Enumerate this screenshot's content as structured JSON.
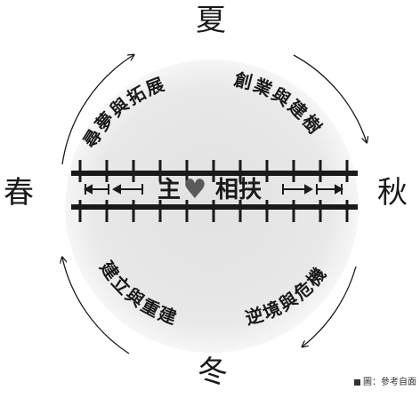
{
  "seasons": {
    "summer": "夏",
    "spring": "春",
    "autumn": "秋",
    "winter": "冬"
  },
  "arc_labels": {
    "top_left": "尋夢與拓展",
    "top_right": "創業與建樹",
    "bottom_left": "建立與重建",
    "bottom_right": "逆境與危機"
  },
  "center": {
    "left_text": "主",
    "heart": "♥",
    "right_text": "相扶"
  },
  "caption": {
    "text": "圖：參考自面"
  },
  "colors": {
    "ink": "#1a1a1a",
    "circle_fill": "#e6e6e6",
    "circle_edge": "#f2f2f2",
    "heart": "#5a5a5a"
  }
}
